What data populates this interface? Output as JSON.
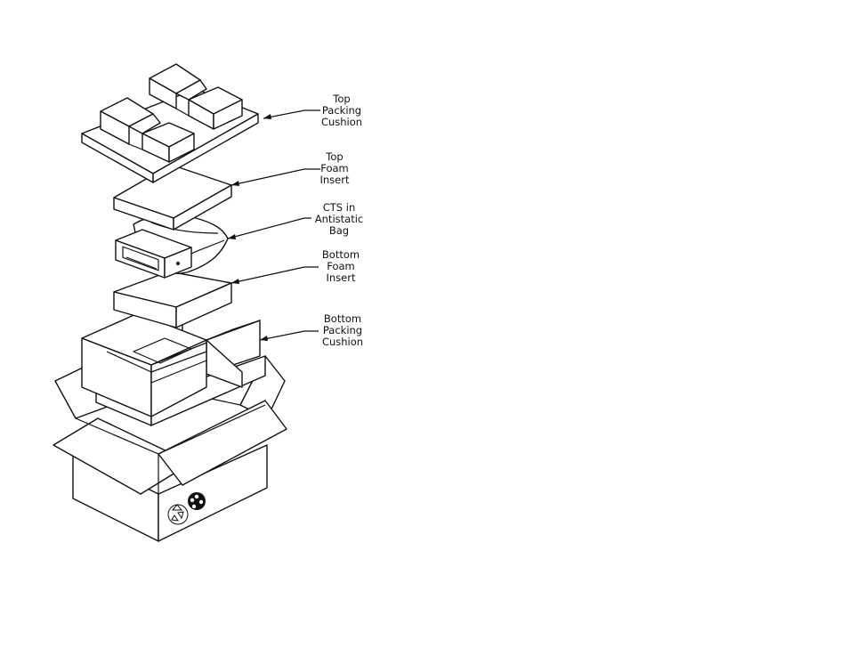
{
  "diagram": {
    "labels": [
      {
        "id": "top-packing-cushion",
        "lines": [
          "Top",
          "Packing",
          "Cushion"
        ]
      },
      {
        "id": "top-foam-insert",
        "lines": [
          "Top",
          "Foam",
          "Insert"
        ]
      },
      {
        "id": "cts-in-antistatic-bag",
        "lines": [
          "CTS  in",
          "Antistatic",
          "Bag"
        ]
      },
      {
        "id": "bottom-foam-insert",
        "lines": [
          "Bottom",
          "Foam",
          "Insert"
        ]
      },
      {
        "id": "bottom-packing-cushion",
        "lines": [
          "Bottom",
          "Packing",
          "Cushion"
        ]
      }
    ],
    "icons": [
      "recycle-icon",
      "film-reel-icon"
    ]
  }
}
